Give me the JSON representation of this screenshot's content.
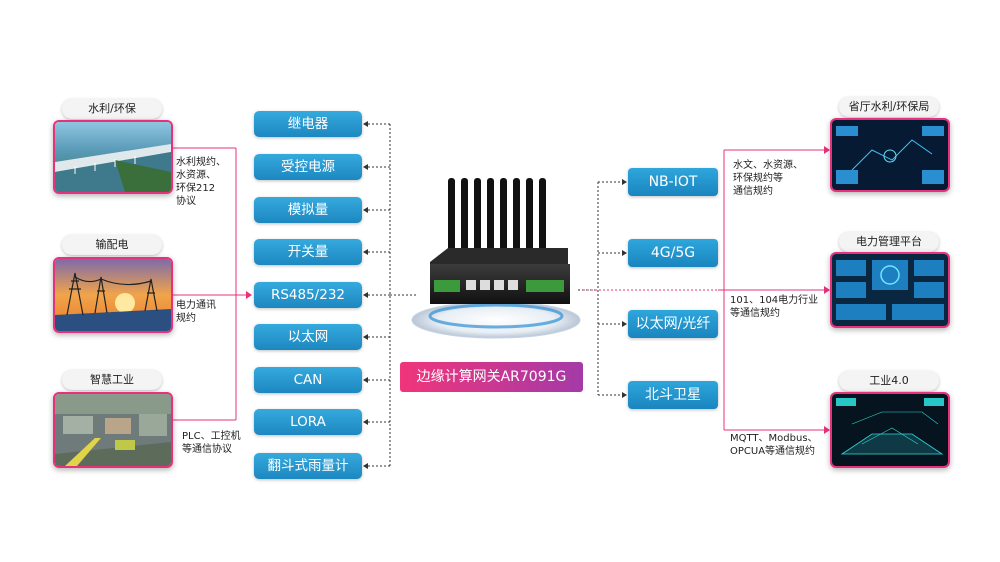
{
  "left_sources": [
    {
      "tag": "水利/环保",
      "caption": [
        "水利规约、",
        "水资源、",
        "环保212",
        "协议"
      ]
    },
    {
      "tag": "输配电",
      "caption": [
        "电力通讯",
        "规约"
      ]
    },
    {
      "tag": "智慧工业",
      "caption": [
        "PLC、工控机",
        "等通信协议"
      ]
    }
  ],
  "interfaces": [
    "继电器",
    "受控电源",
    "模拟量",
    "开关量",
    "RS485/232",
    "以太网",
    "CAN",
    "LORA",
    "翻斗式雨量计"
  ],
  "gateway_label": "边缘计算网关AR7091G",
  "networks": [
    "NB-IOT",
    "4G/5G",
    "以太网/光纤",
    "北斗卫星"
  ],
  "right_targets": [
    {
      "tag": "省厅水利/环保局",
      "caption": [
        "水文、水资源、",
        "环保规约等",
        "通信规约"
      ]
    },
    {
      "tag": "电力管理平台",
      "caption": [
        "101、104电力行业",
        "等通信规约"
      ]
    },
    {
      "tag": "工业4.0",
      "caption": [
        "MQTT、Modbus、",
        "OPCUA等通信规约"
      ]
    }
  ],
  "colors": {
    "accent_pink": "#e8317c",
    "button_blue": "#1d87c0",
    "gateway_gradient_end": "#a43aa8"
  },
  "icons": [
    "antenna-icon",
    "router-icon"
  ]
}
